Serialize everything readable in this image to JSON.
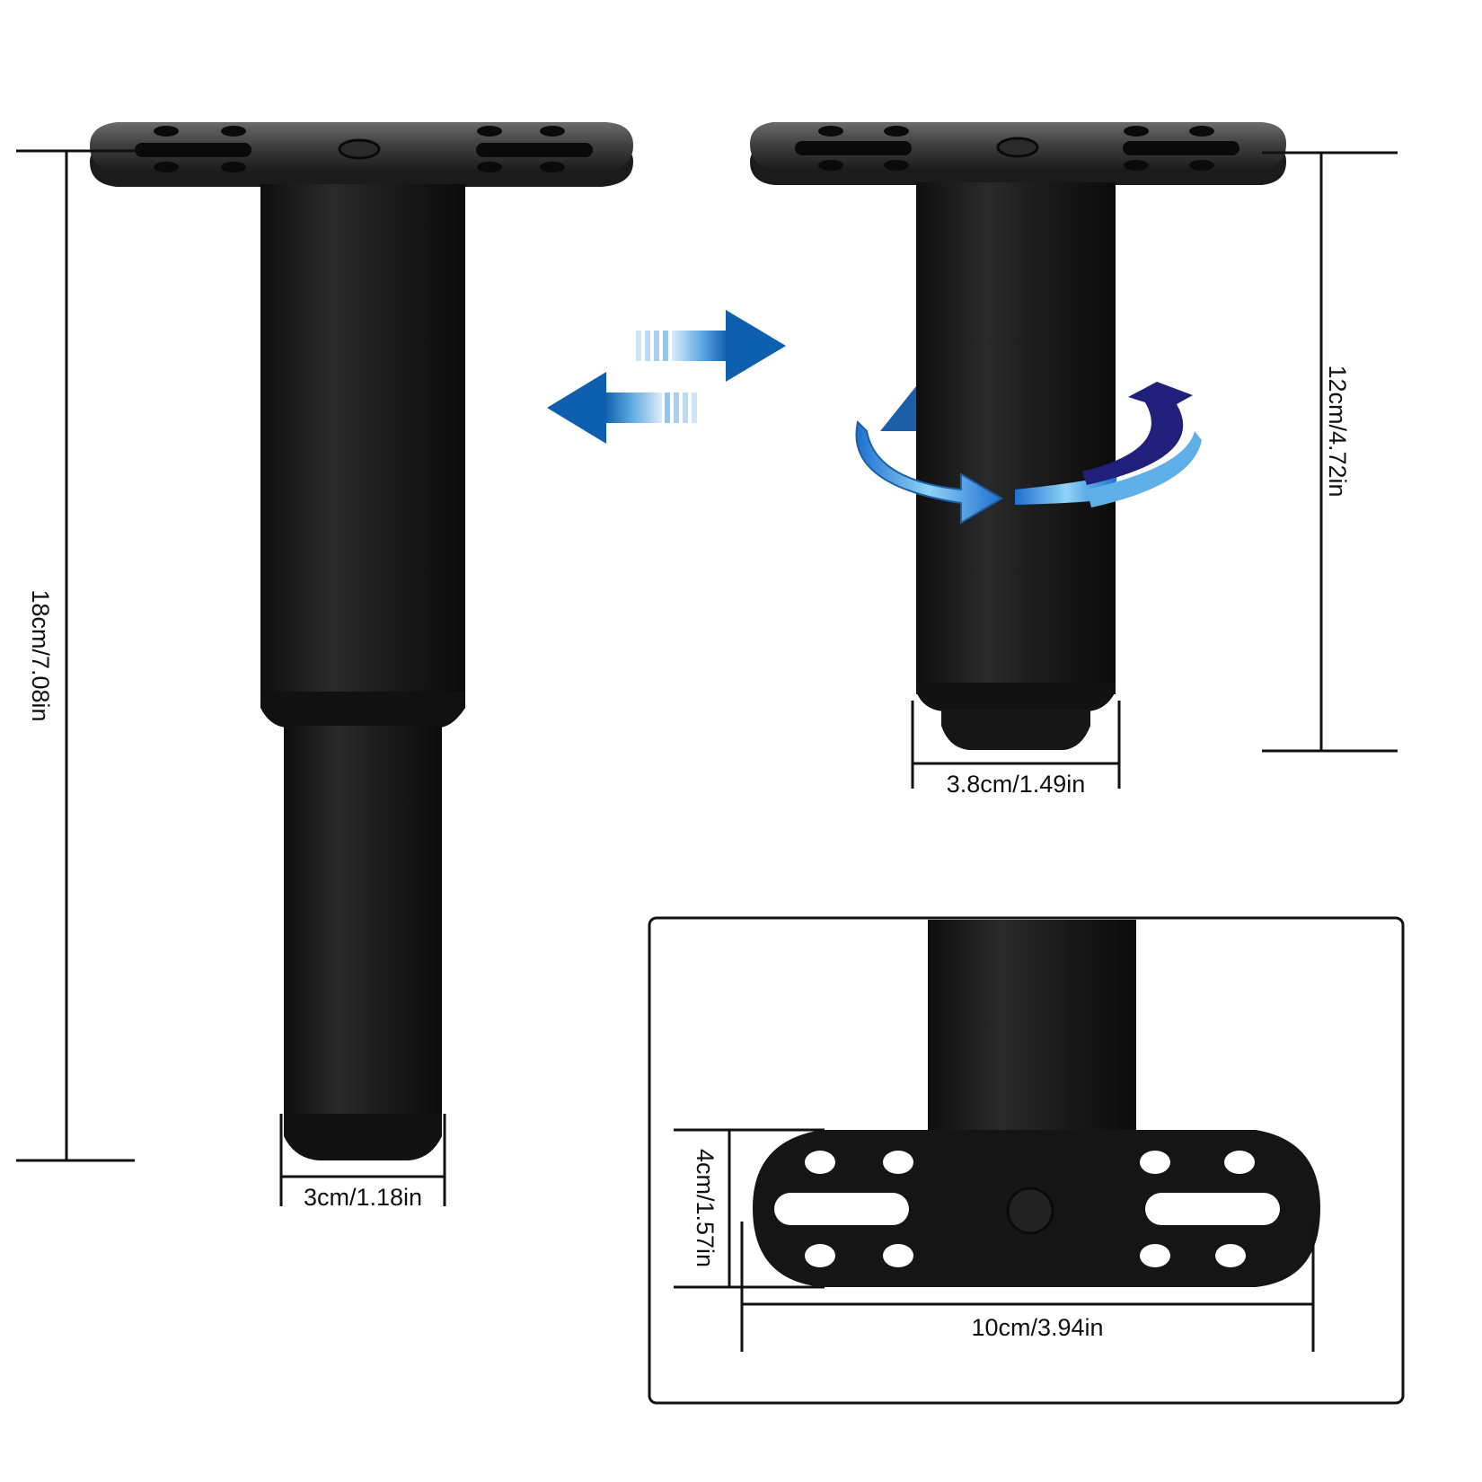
{
  "dimensions": {
    "extended_height": "18cm/7.08in",
    "retracted_height": "12cm/4.72in",
    "top_tube_diameter": "3.8cm/1.49in",
    "bottom_tube_diameter": "3cm/1.18in",
    "plate_width": "4cm/1.57in",
    "plate_length": "10cm/3.94in"
  },
  "colors": {
    "metal": "#1a1a1a",
    "metal_highlight": "#3a3a3a",
    "arrow_blue": "#1a78c8",
    "arrow_light": "#9fd6f5",
    "rotate_dark": "#1f1f7a",
    "line": "#111111"
  },
  "icons": [
    "extend-arrow-icon",
    "retract-arrow-icon",
    "rotate-arrow-icon"
  ]
}
